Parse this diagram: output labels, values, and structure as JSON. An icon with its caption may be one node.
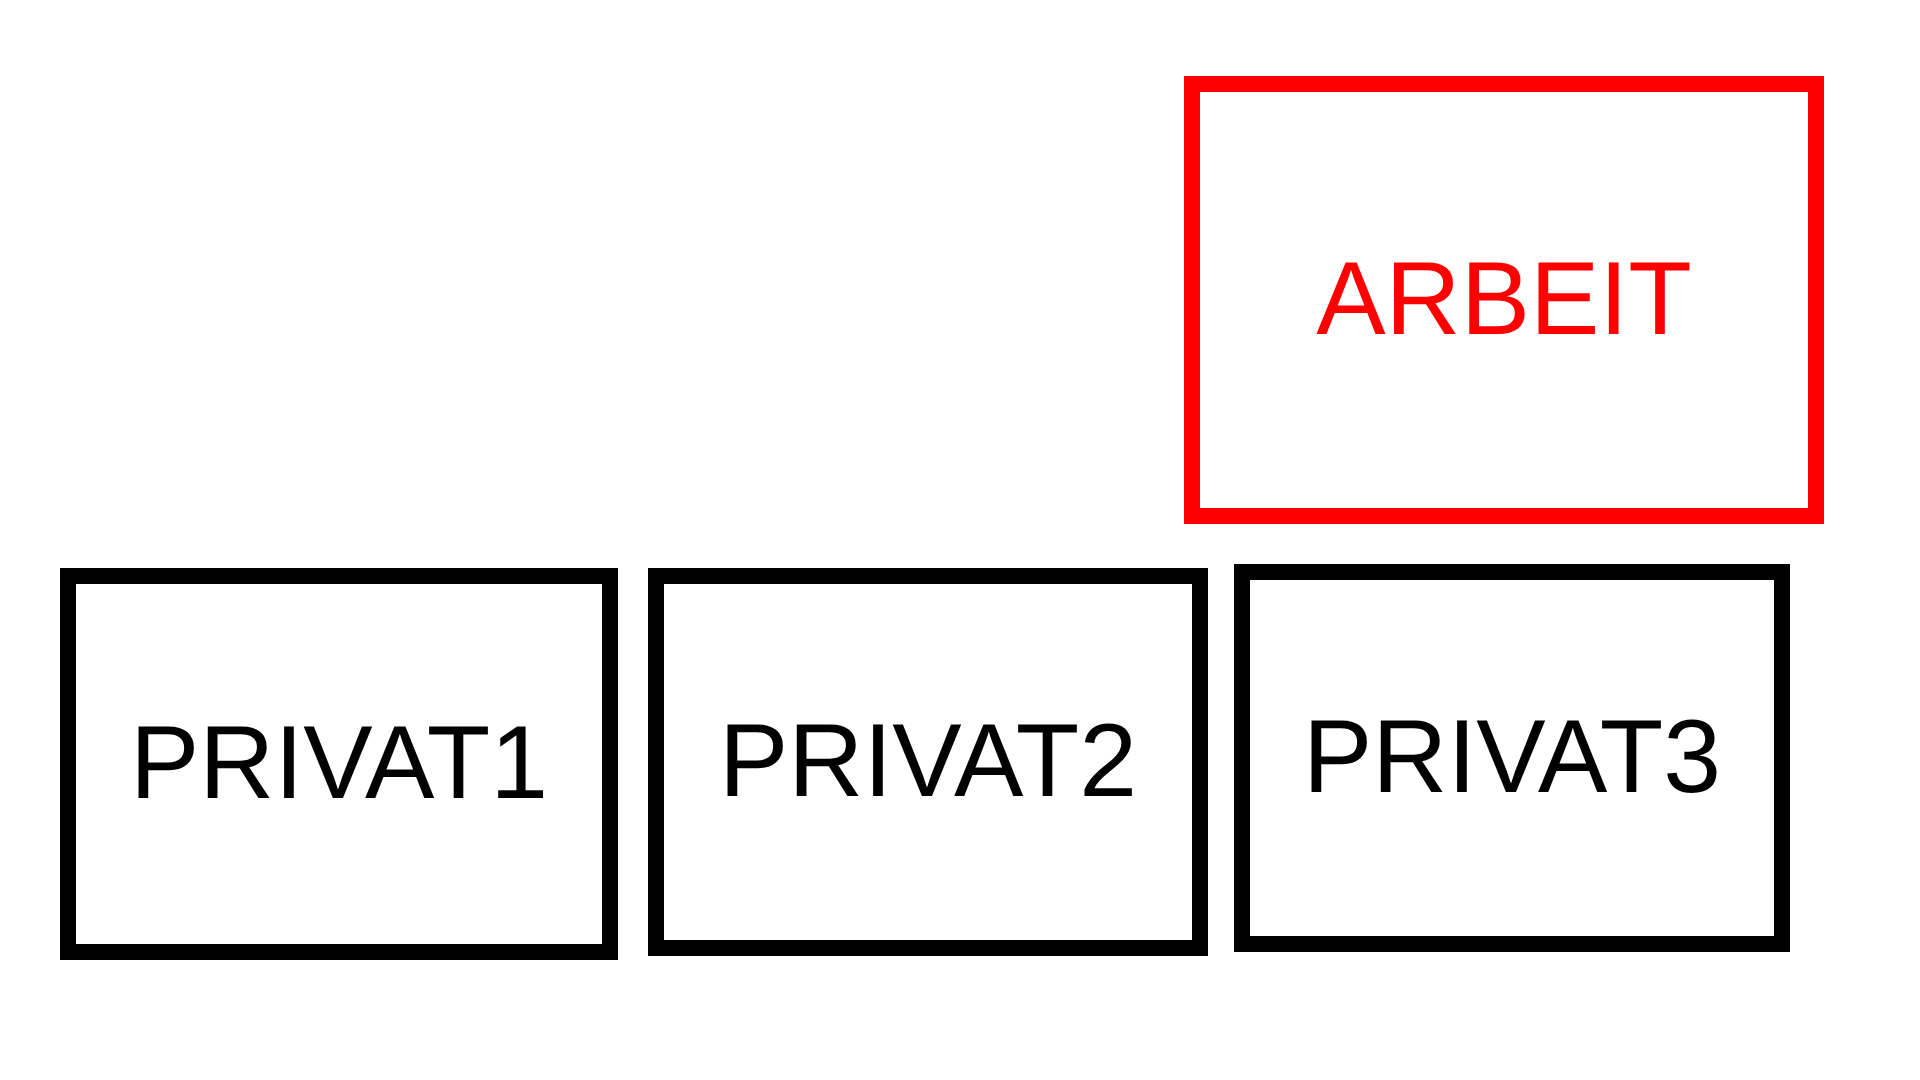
{
  "diagram": {
    "nodes": [
      {
        "text": [
          "ARBEIT"
        ]
      },
      {
        "text": [
          "PRIVAT1"
        ]
      },
      {
        "text": [
          "PRIVAT2"
        ]
      },
      {
        "text": [
          "PRIVAT3"
        ]
      }
    ]
  }
}
